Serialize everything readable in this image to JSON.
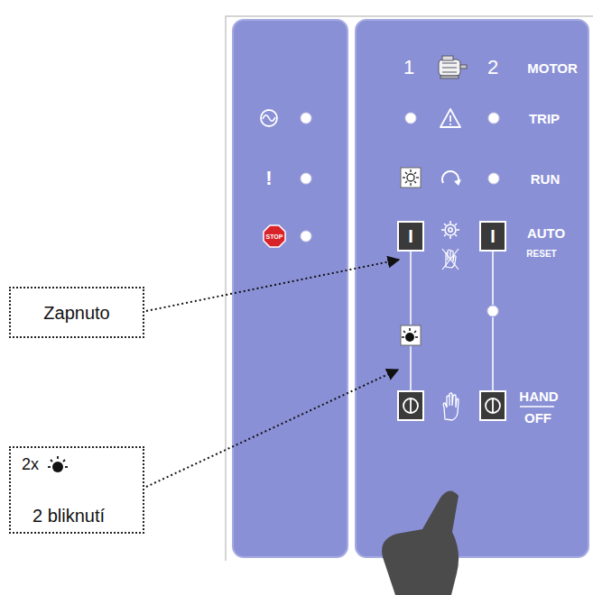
{
  "diagram": {
    "nodes": [
      {
        "text": [
          "Zapnuto"
        ]
      },
      {
        "text": [
          "2x",
          "2 bliknutí"
        ]
      }
    ],
    "labels": [
      "1",
      "2",
      "MOTOR",
      "TRIP",
      "RUN",
      "I",
      "I",
      "AUTO",
      "RESET",
      "HAND",
      "OFF",
      "!",
      "STOP"
    ]
  }
}
